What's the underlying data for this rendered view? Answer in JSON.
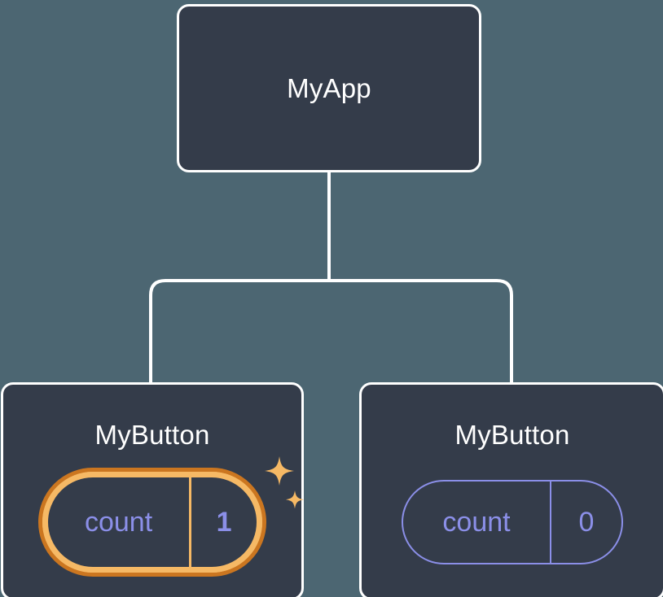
{
  "diagram": {
    "type": "component-tree",
    "background_color": "#4c6672",
    "node_fill_color": "#343c4a",
    "node_border_color": "#ffffff",
    "connector_color": "#ffffff",
    "accent_colors": {
      "state_text": "#8b8fe8",
      "highlight_outer_ring": "#cb7620",
      "highlight_inner_ring": "#f6b965",
      "sparkle": "#f6b965"
    }
  },
  "root": {
    "label": "MyApp"
  },
  "children": [
    {
      "label": "MyButton",
      "state": {
        "key": "count",
        "value": "1"
      },
      "highlighted": true,
      "sparkle_icons": [
        "sparkle-large-icon",
        "sparkle-small-icon"
      ]
    },
    {
      "label": "MyButton",
      "state": {
        "key": "count",
        "value": "0"
      },
      "highlighted": false
    }
  ]
}
